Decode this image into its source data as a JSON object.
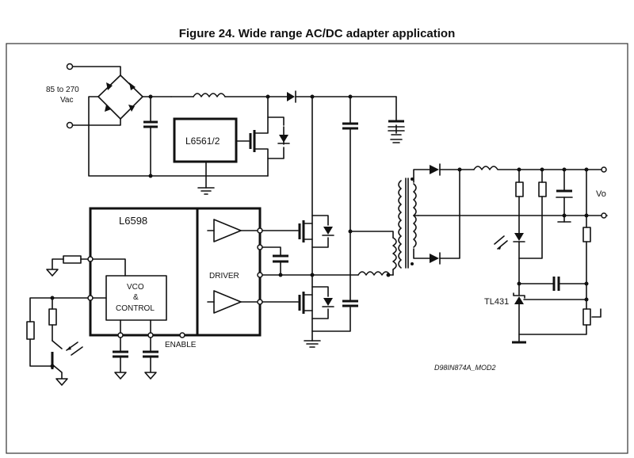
{
  "title": "Figure 24. Wide range AC/DC adapter application",
  "labels": {
    "ac_input_line1": "85 to 270",
    "ac_input_line2": "Vac",
    "pfc_controller": "L6561/2",
    "half_bridge_controller": "L6598",
    "vco_line1": "VCO",
    "vco_line2": "&",
    "vco_line3": "CONTROL",
    "driver": "DRIVER",
    "enable": "ENABLE",
    "output": "Vo",
    "shunt_regulator": "TL431",
    "drawing_code": "D98IN874A_MOD2"
  },
  "colors": {
    "ink": "#111111",
    "frame": "#333333",
    "background": "#ffffff"
  }
}
